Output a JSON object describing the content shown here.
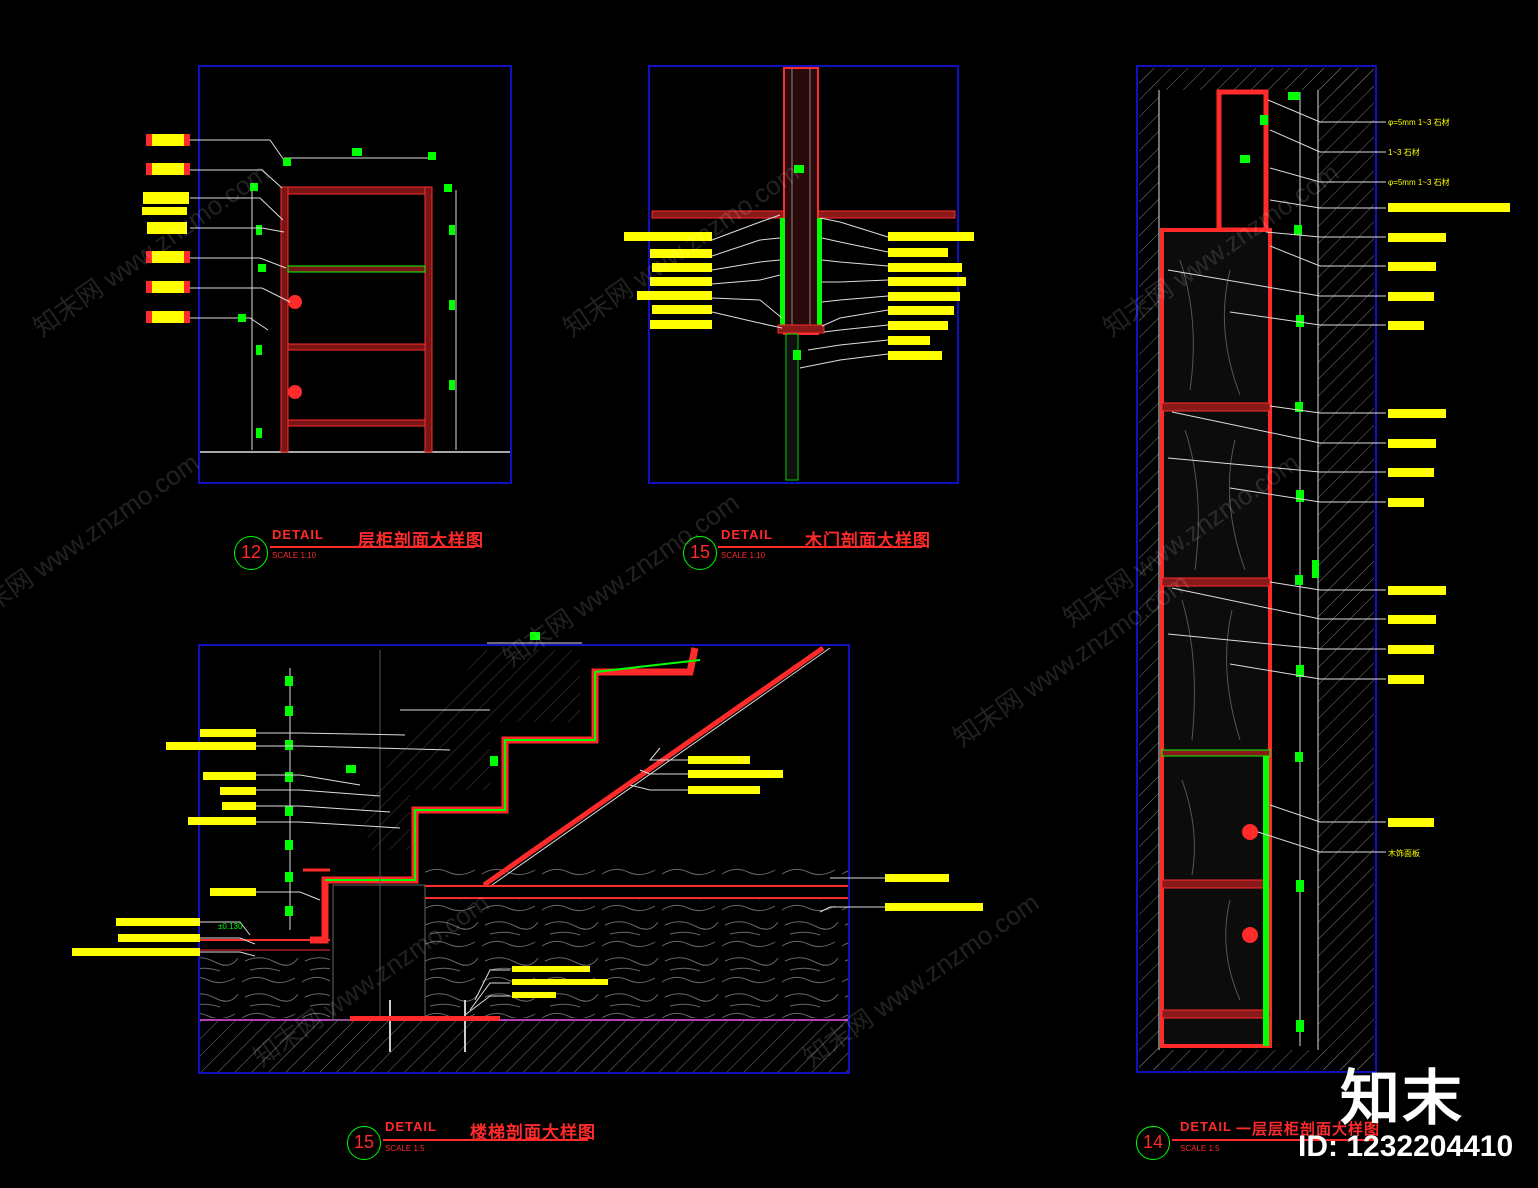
{
  "details": [
    {
      "id": "detail-12",
      "number": "12",
      "prefix": "DETAIL",
      "title": "层柜剖面大样图",
      "scale": "SCALE 1:10"
    },
    {
      "id": "detail-15a",
      "number": "15",
      "prefix": "DETAIL",
      "title": "木门剖面大样图",
      "scale": "SCALE 1:10"
    },
    {
      "id": "detail-15b",
      "number": "15",
      "prefix": "DETAIL",
      "title": "楼梯剖面大样图",
      "scale": "SCALE 1:5"
    },
    {
      "id": "detail-14",
      "number": "14",
      "prefix": "DETAIL",
      "title": "一层层柜剖面大样图",
      "scale": "SCALE 1:5"
    }
  ],
  "notes": {
    "elevation_mark": "±0.130",
    "cabinet_right_notes": [
      "φ=5mm 1~3 石材",
      "1~3 石材",
      "φ=5mm 1~3 石材"
    ],
    "cabinet_bottom_note": "木饰面板"
  },
  "watermarks": [
    "知末网 www.znzmo.com",
    "知末网 www.znzmo.com",
    "知末网 www.znzmo.com",
    "知末网 www.znzmo.com",
    "知末网 www.znzmo.com",
    "知末网 www.znzmo.com",
    "知末网 www.znzmo.com",
    "知末网 www.znzmo.com",
    "知末网 www.znzmo.com"
  ],
  "brand": {
    "logo_text": "知末",
    "id_label": "ID: 1232204410"
  },
  "colors": {
    "frame": "#1010c0",
    "red": "#ff2a2a",
    "green": "#00ff00",
    "yellow": "#ffff00",
    "white": "#e0e0e0",
    "grey": "#8a8a8a"
  }
}
